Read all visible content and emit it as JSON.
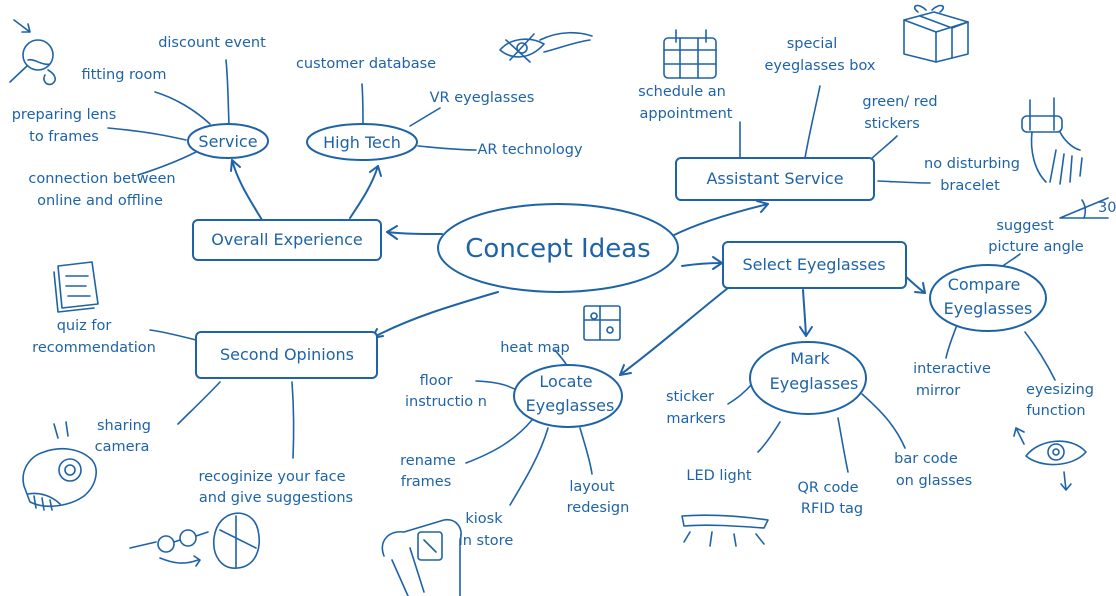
{
  "center": "Concept Ideas",
  "branches": {
    "overall_experience": "Overall Experience",
    "service": "Service",
    "high_tech": "High Tech",
    "assistant_service": "Assistant Service",
    "select_eyeglasses": "Select Eyeglasses",
    "compare_eyeglasses": [
      "Compare",
      "Eyeglasses"
    ],
    "mark_eyeglasses": [
      "Mark",
      "Eyeglasses"
    ],
    "locate_eyeglasses": [
      "Locate",
      "Eyeglasses"
    ],
    "second_opinions": "Second Opinions"
  },
  "leaves": {
    "discount_event": "discount event",
    "fitting_room": "fitting room",
    "preparing_lens": [
      "preparing lens",
      "to frames"
    ],
    "connection": [
      "connection between",
      "online and offline"
    ],
    "customer_database": "customer database",
    "vr_eyeglasses": "VR eyeglasses",
    "ar_technology": "AR technology",
    "schedule": [
      "schedule an",
      "appointment"
    ],
    "special_box": [
      "special",
      "eyeglasses box"
    ],
    "stickers": [
      "green/ red",
      "stickers"
    ],
    "bracelet": [
      "no disturbing",
      "bracelet"
    ],
    "picture_angle": [
      "suggest",
      "picture angle"
    ],
    "angle_mark": "30",
    "interactive_mirror": [
      "interactive",
      "mirror"
    ],
    "eyesizing": [
      "eyesizing",
      "function"
    ],
    "sticker_markers": [
      "sticker",
      "markers"
    ],
    "led_light": "LED light",
    "qr_code": [
      "QR code",
      "RFID tag"
    ],
    "bar_code": [
      "bar code",
      "on glasses"
    ],
    "heat_map": "heat map",
    "floor_instruction": [
      "floor",
      "instructio n"
    ],
    "rename_frames": [
      "rename",
      "frames"
    ],
    "layout_redesign": [
      "layout",
      "redesign"
    ],
    "kiosk": [
      "kiosk",
      "in store"
    ],
    "quiz": [
      "quiz for",
      "recommendation"
    ],
    "sharing_camera": [
      "sharing",
      "camera"
    ],
    "recognize": [
      "recoginize your face",
      "and give suggestions"
    ]
  },
  "colors": {
    "ink": "#1e63a8",
    "background": "#ffffff"
  },
  "icons": [
    "magnifier-icon",
    "eye-vr-icon",
    "calendar-icon",
    "gift-box-icon",
    "wrist-bracelet-icon",
    "quiz-sheet-icon",
    "store-map-icon",
    "camera-icon",
    "glasses-face-icon",
    "kiosk-icon",
    "led-light-icon",
    "eye-icon"
  ]
}
